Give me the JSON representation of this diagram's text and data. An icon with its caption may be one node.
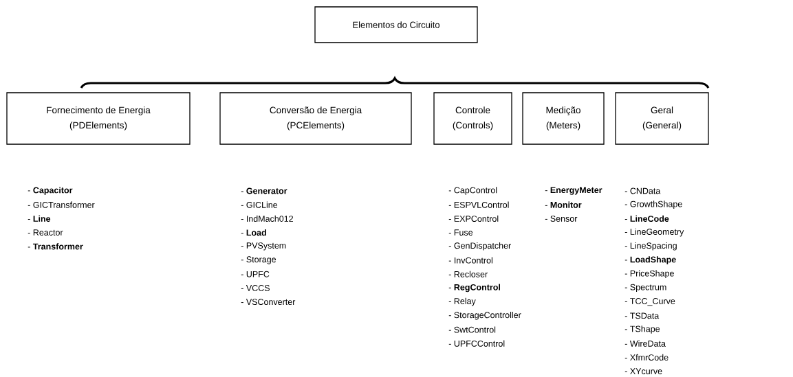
{
  "diagram": {
    "nodes": [
      {
        "text": [
          "Elementos do Circuito"
        ]
      },
      {
        "text": [
          "Fornecimento de Energia",
          "(PDElements)"
        ],
        "beside": [
          "- **Capacitor**",
          "- GICTransformer",
          "- **Line**",
          "- Reactor",
          "- **Transformer**"
        ]
      },
      {
        "text": [
          "Conversão de Energia",
          "(PCElements)"
        ],
        "beside": [
          "- **Generator**",
          "- GICLine",
          "- IndMach012",
          "- **Load**",
          "- PVSystem",
          "- Storage",
          "- UPFC",
          "- VCCS",
          "- VSConverter"
        ]
      },
      {
        "text": [
          "Controle",
          "(Controls)"
        ],
        "beside": [
          "- CapControl",
          "- ESPVLControl",
          "- EXPControl",
          "- Fuse",
          "- GenDispatcher",
          "- InvControl",
          "- Recloser",
          "- **RegControl**",
          "- Relay",
          "- StorageController",
          "- SwtControl",
          "- UPFCControl"
        ]
      },
      {
        "text": [
          "Medição",
          "(Meters)"
        ],
        "beside": [
          "- **EnergyMeter**",
          "- **Monitor**",
          "- Sensor"
        ]
      },
      {
        "text": [
          "Geral",
          "(General)"
        ],
        "beside": [
          "- CNData",
          "- GrowthShape",
          "- **LineCode**",
          "- LineGeometry",
          "- LineSpacing",
          "- **LoadShape**",
          "- PriceShape",
          "- Spectrum",
          "- TCC_Curve",
          "- TSData",
          "- TShape",
          "- WireData",
          "- XfmrCode",
          "- XYcurve"
        ]
      }
    ]
  }
}
